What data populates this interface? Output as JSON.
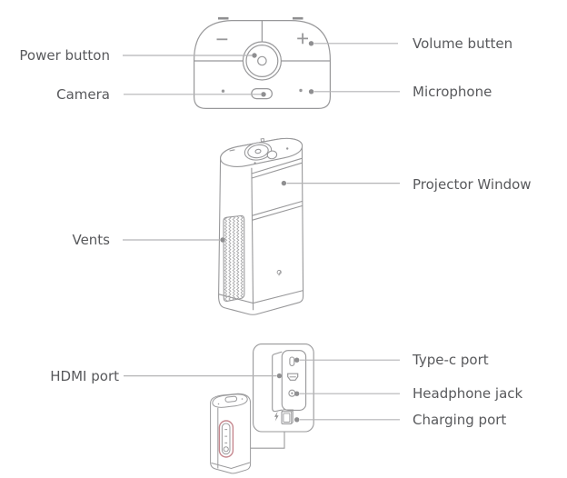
{
  "diagram": {
    "subject": "projector-parts-diagram",
    "labels": {
      "power_button": "Power button",
      "camera": "Camera",
      "vents": "Vents",
      "hdmi_port": "HDMI port",
      "volume_button": "Volume butten",
      "microphone": "Microphone",
      "projector_window": "Projector Window",
      "type_c_port": "Type-c port",
      "headphone_jack": "Headphone jack",
      "charging_port": "Charging port"
    },
    "icons": {
      "volume_down": "minus-icon",
      "volume_up": "plus-icon",
      "charging": "lightning-icon",
      "power": "concentric-circle-icon"
    },
    "colors": {
      "label_text": "#58595c",
      "device_outline": "#98989a",
      "leader_line": "#b4b4b6",
      "leader_dot": "#8f8f91",
      "port_highlight": "#c5878e"
    }
  }
}
